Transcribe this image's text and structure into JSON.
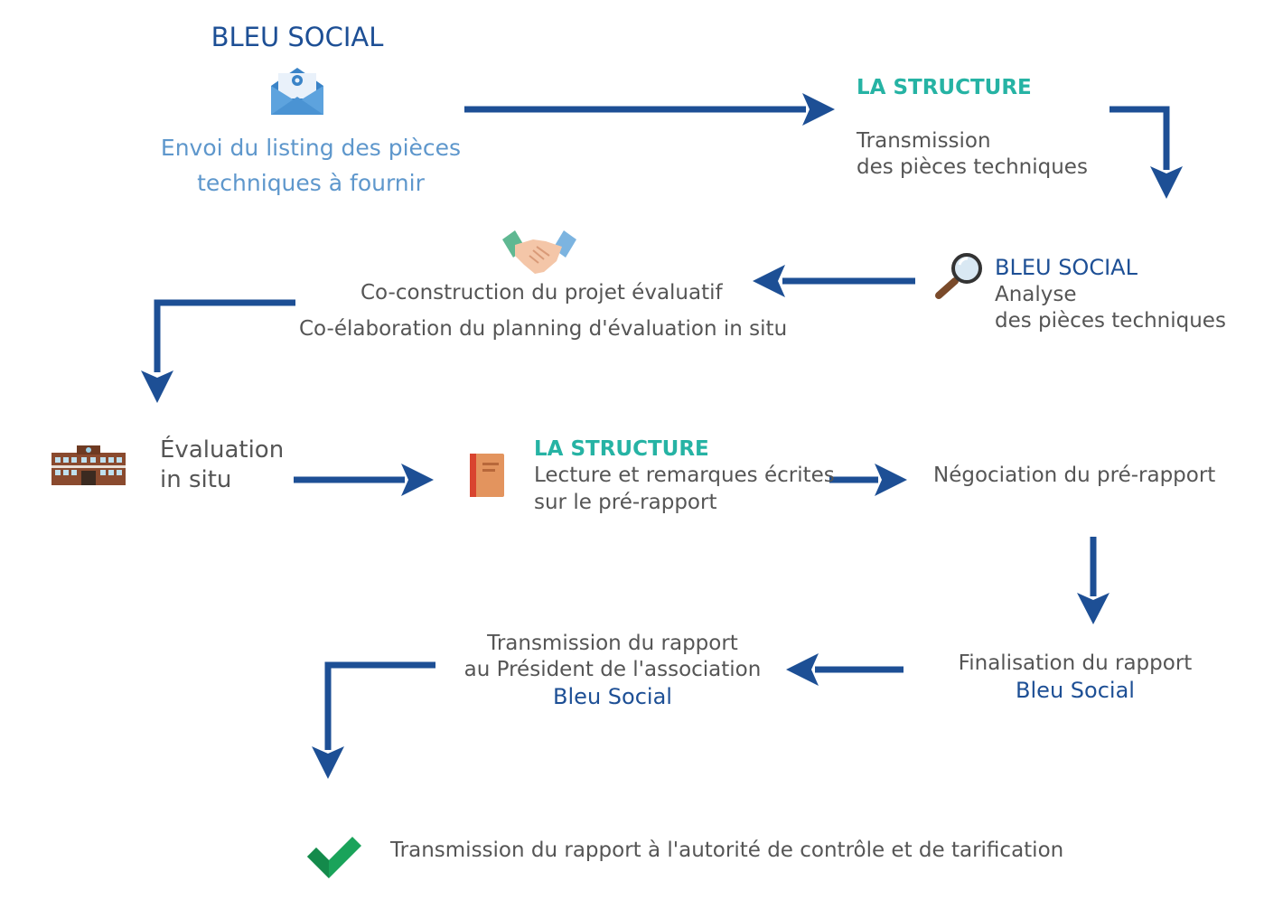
{
  "colors": {
    "arrow": "#1d4f95",
    "teal": "#26b3a4",
    "text": "#555555",
    "blue": "#1d4f95",
    "lightblue": "#5e97cc",
    "check": "#1aa35a"
  },
  "step1": {
    "title": "BLEU SOCIAL",
    "line1": "Envoi du listing des pièces",
    "line2": "techniques à fournir",
    "icon": "envelope-icon"
  },
  "step2": {
    "title": "LA STRUCTURE",
    "line1": "Transmission",
    "line2": "des pièces techniques"
  },
  "step3": {
    "title": "BLEU SOCIAL",
    "line1": "Analyse",
    "line2": "des pièces techniques",
    "icon": "magnifier-icon"
  },
  "step4": {
    "line1": "Co-construction du projet évaluatif",
    "line2": "Co-élaboration du planning d'évaluation in situ",
    "icon": "handshake-icon"
  },
  "step5": {
    "line1": "Évaluation",
    "line2": "in situ",
    "icon": "building-icon"
  },
  "step6": {
    "title": "LA STRUCTURE",
    "line1": "Lecture et remarques écrites",
    "line2": "sur le pré-rapport",
    "icon": "book-icon"
  },
  "step7": {
    "line1": "Négociation du pré-rapport"
  },
  "step8": {
    "line1": "Finalisation du rapport",
    "line2": "Bleu Social"
  },
  "step9": {
    "line1": "Transmission du rapport",
    "line2": "au Président de l'association",
    "line3": "Bleu Social"
  },
  "step10": {
    "line1": "Transmission du rapport à l'autorité de contrôle et de tarification",
    "icon": "checkmark-icon"
  }
}
